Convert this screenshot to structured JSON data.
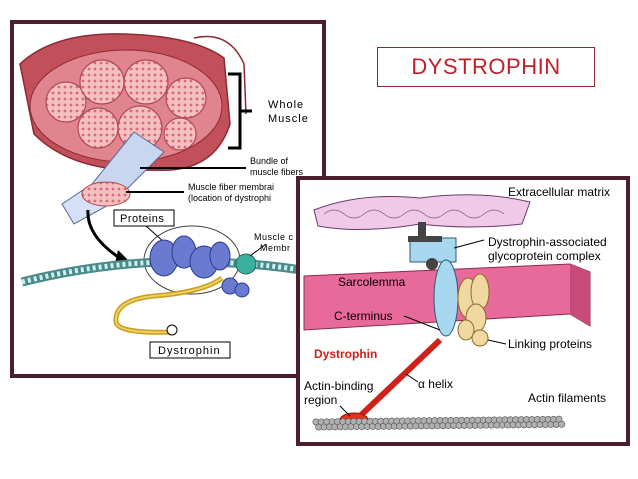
{
  "title": "DYSTROPHIN",
  "left_panel": {
    "whole_muscle_line1": "Whole",
    "whole_muscle_line2": "Muscle",
    "bundle_line1": "Bundle of",
    "bundle_line2": "muscle fibers",
    "membrane_line1": "Muscle fiber membrai",
    "membrane_line2": "(location of dystrophi",
    "proteins": "Proteins",
    "muscle_cell_line1": "Muscle c",
    "muscle_cell_line2": "Membr",
    "dystrophin": "Dystrophin"
  },
  "right_panel": {
    "extracellular_matrix": "Extracellular matrix",
    "dag_line1": "Dystrophin-associated",
    "dag_line2": "glycoprotein complex",
    "sarcolemma": "Sarcolemma",
    "c_terminus": "C-terminus",
    "linking_proteins": "Linking proteins",
    "dystrophin": "Dystrophin",
    "alpha_helix": "α helix",
    "actin_binding_line1": "Actin-binding",
    "actin_binding_line2": "region",
    "actin_filaments": "Actin filaments"
  },
  "colors": {
    "frame": "#4a1e2a",
    "title_text": "#c0202a",
    "dystrophin_red": "#d0201a",
    "sarcolemma_pink": "#e86a9a",
    "membrane_blue": "#a8d8f0",
    "linking_tan": "#f0d8a0"
  }
}
